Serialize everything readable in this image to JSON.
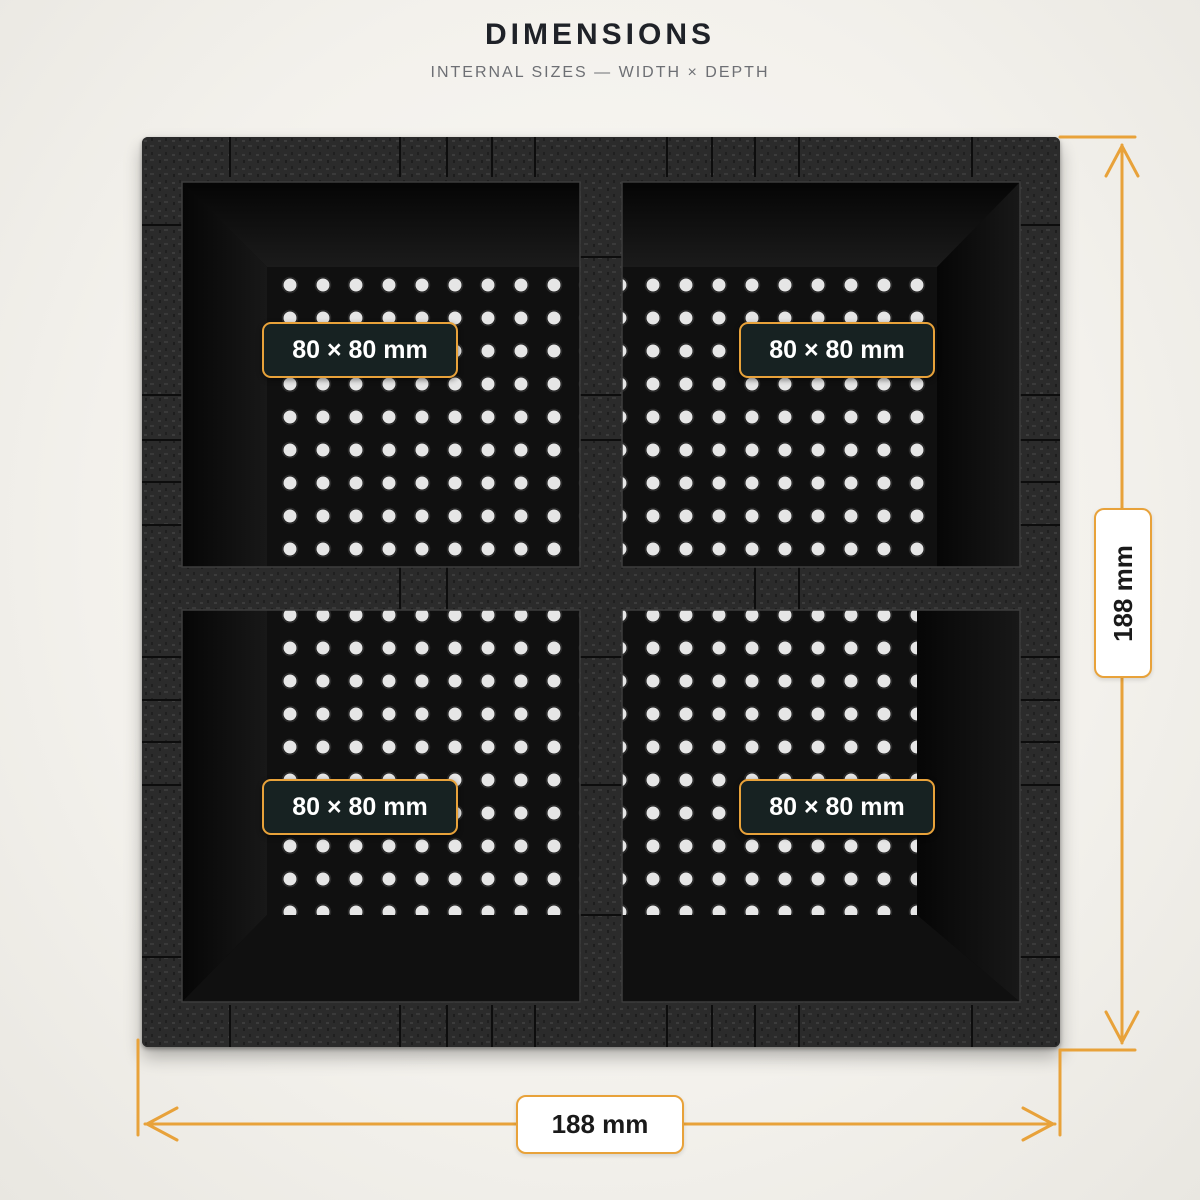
{
  "header": {
    "title": "DIMENSIONS",
    "subtitle": "INTERNAL SIZES — WIDTH × DEPTH"
  },
  "compartments": [
    {
      "label": "80 × 80 mm"
    },
    {
      "label": "80 × 80 mm"
    },
    {
      "label": "80 × 80 mm"
    },
    {
      "label": "80 × 80 mm"
    }
  ],
  "overall": {
    "width_label": "188 mm",
    "height_label": "188 mm"
  },
  "colors": {
    "accent": "#e8a23a",
    "tray": "#1a1a1a",
    "label_bg": "#172222"
  }
}
